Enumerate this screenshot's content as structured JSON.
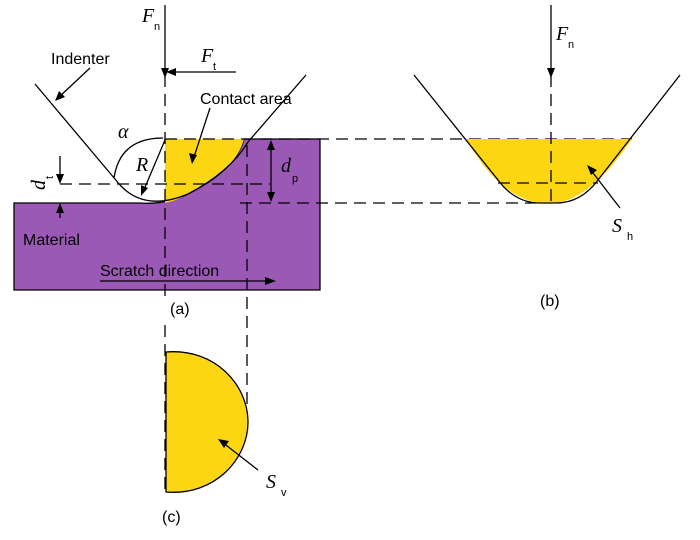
{
  "colors": {
    "material": "#9b59b6",
    "contact": "#fcd612",
    "stroke": "#000000"
  },
  "labels": {
    "indenter": "Indenter",
    "contact_area": "Contact area",
    "material": "Material",
    "scratch_direction": "Scratch direction",
    "panel_a": "(a)",
    "panel_b": "(b)",
    "panel_c": "(c)"
  },
  "symbols": {
    "alpha": "α",
    "radius": "R",
    "Fn": {
      "base": "F",
      "sub": "n"
    },
    "Ft": {
      "base": "F",
      "sub": "t"
    },
    "dp": {
      "base": "d",
      "sub": "p"
    },
    "dt": {
      "base": "d",
      "sub": "t"
    },
    "Sh": {
      "base": "S",
      "sub": "h"
    },
    "Sv": {
      "base": "S",
      "sub": "v"
    }
  }
}
